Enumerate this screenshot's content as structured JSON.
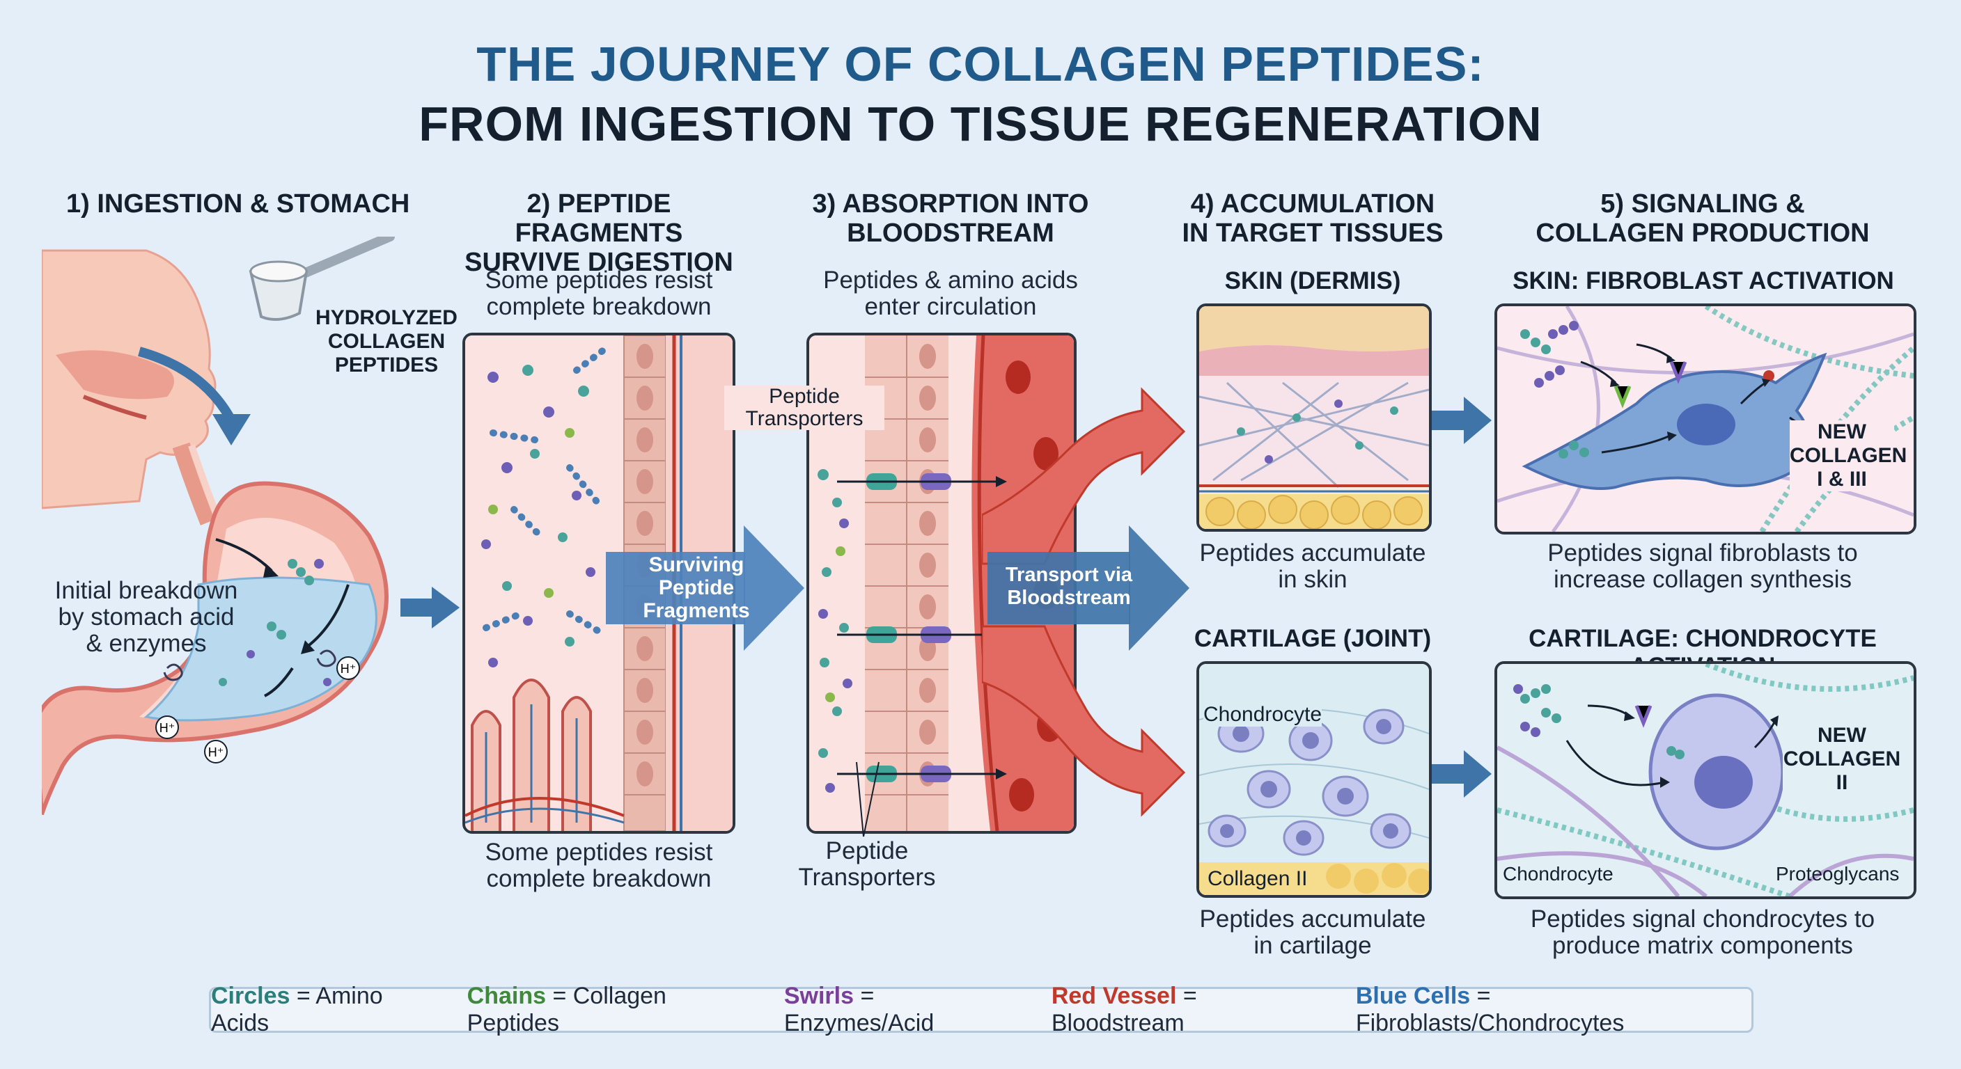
{
  "title": {
    "line1": "THE JOURNEY OF COLLAGEN PEPTIDES:",
    "line2": "FROM INGESTION TO TISSUE REGENERATION"
  },
  "steps": {
    "s1": {
      "heading": "1) INGESTION & STOMACH",
      "powder_label": "HYDROLYZED\nCOLLAGEN\nPEPTIDES",
      "caption": "Initial breakdown\nby stomach acid\n& enzymes",
      "ion": "H⁺"
    },
    "s2": {
      "heading": "2) PEPTIDE FRAGMENTS\nSURVIVE DIGESTION",
      "caption_top": "Some peptides resist\ncomplete breakdown",
      "caption_bottom": "Some peptides resist\ncomplete breakdown",
      "arrow_label": "Surviving\nPeptide\nFragments"
    },
    "s3": {
      "heading": "3) ABSORPTION INTO\nBLOODSTREAM",
      "caption_top": "Peptides & amino acids\nenter circulation",
      "transporter_top": "Peptide\nTransporters",
      "transporter_bottom": "Peptide\nTransporters",
      "arrow_label": "Transport via\nBloodstream"
    },
    "s4": {
      "heading": "4) ACCUMULATION\nIN TARGET TISSUES",
      "skin_title": "SKIN (DERMIS)",
      "skin_caption": "Peptides accumulate\nin skin",
      "cart_title": "CARTILAGE (JOINT)",
      "cart_caption": "Peptides accumulate\nin cartilage",
      "chondrocyte_label": "Chondrocyte",
      "collagen_label": "Collagen II"
    },
    "s5": {
      "heading": "5) SIGNALING &\nCOLLAGEN PRODUCTION",
      "skin_title": "SKIN: FIBROBLAST ACTIVATION",
      "skin_new": "NEW\nCOLLAGEN\nI & III",
      "skin_caption": "Peptides signal fibroblasts to\nincrease collagen synthesis",
      "cart_title": "CARTILAGE: CHONDROCYTE ACTIVATION",
      "cart_new": "NEW\nCOLLAGEN II",
      "cart_chondrocyte": "Chondrocyte",
      "cart_proteoglycans": "Proteoglycans",
      "cart_caption": "Peptides signal chondrocytes to\nproduce matrix components"
    }
  },
  "legend": [
    {
      "key": "Circles",
      "desc": " = Amino Acids",
      "color": "#2a7f7a"
    },
    {
      "key": "Chains",
      "desc": " = Collagen Peptides",
      "color": "#3f8a3a"
    },
    {
      "key": "Swirls",
      "desc": " = Enzymes/Acid",
      "color": "#7a3f9a"
    },
    {
      "key": "Red Vessel",
      "desc": " = Bloodstream",
      "color": "#c0392b"
    },
    {
      "key": "Blue Cells",
      "desc": " = Fibroblasts/Chondrocytes",
      "color": "#2e6fb0"
    }
  ]
}
